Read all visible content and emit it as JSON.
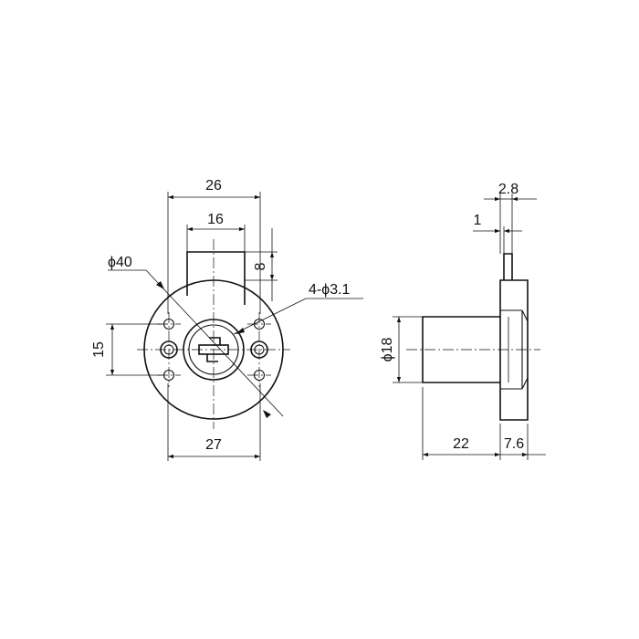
{
  "front_view": {
    "dim_overall_width": "26",
    "dim_cam_width": "16",
    "dim_cam_height": "8",
    "dim_diameter": "ϕ40",
    "dim_holes": "4-ϕ3.1",
    "dim_hole_spacing_v": "15",
    "dim_hole_spacing_h": "27"
  },
  "side_view": {
    "dim_flange_thickness": "2.8",
    "dim_lip": "1",
    "dim_body_diameter": "ϕ18",
    "dim_body_length": "22",
    "dim_flange_depth": "7.6"
  },
  "colors": {
    "line": "#111111",
    "background": "#ffffff"
  }
}
